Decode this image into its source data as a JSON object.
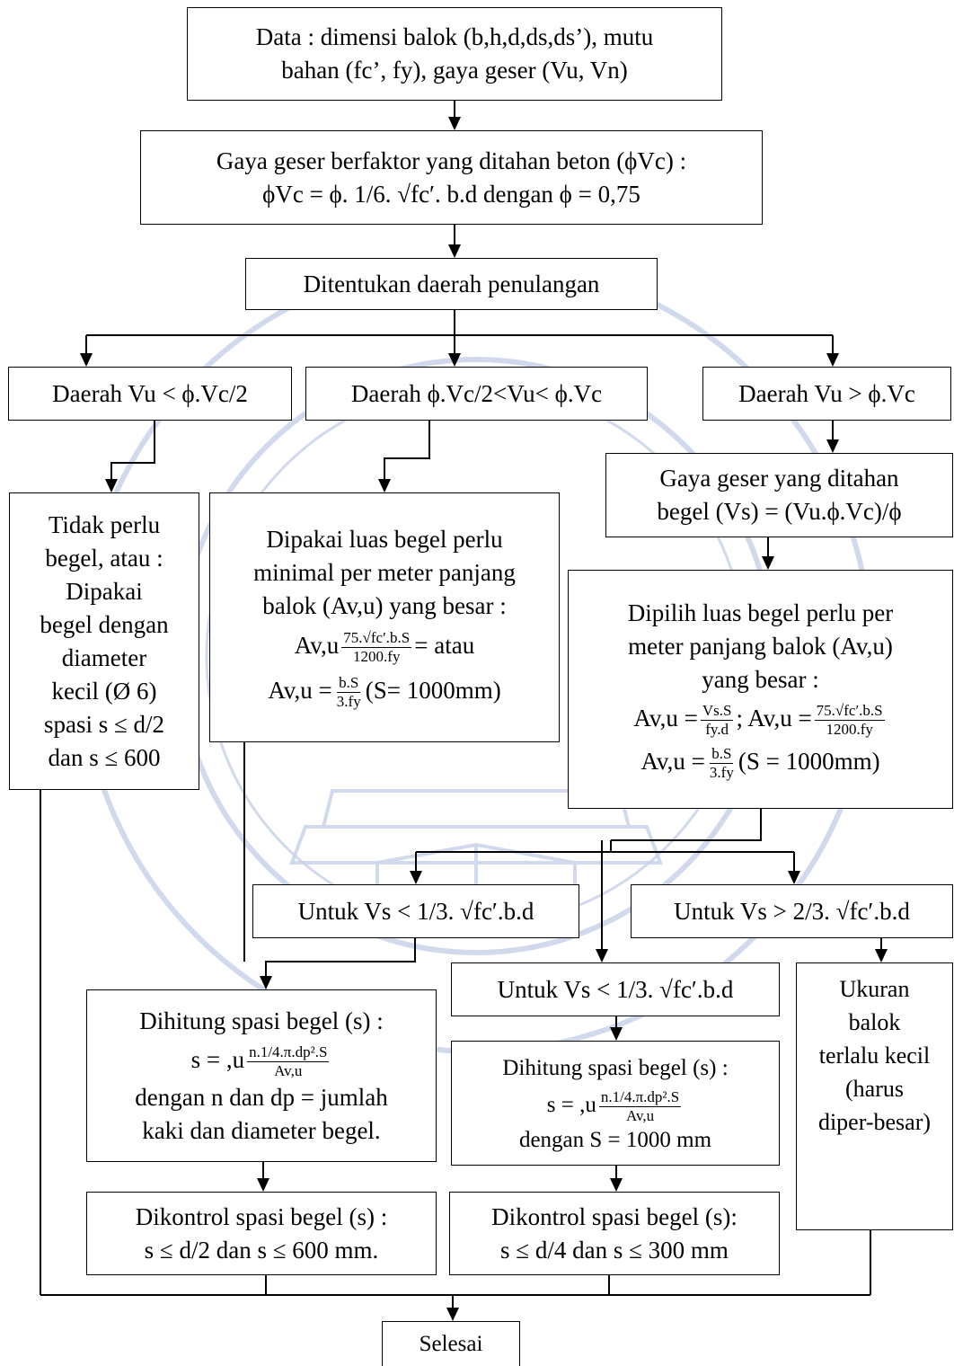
{
  "nodes": {
    "data": [
      "Data : dimensi balok (b,h,d,ds,ds’), mutu",
      "bahan (fc’, fy), gaya geser (Vu, Vn)"
    ],
    "gaya_geser": [
      "Gaya geser berfaktor yang ditahan beton (ϕVc) :",
      "ϕVc = ϕ. 1/6. √fc′. b.d dengan ϕ = 0,75"
    ],
    "ditentukan": "Ditentukan daerah penulangan",
    "daerah1": "Daerah Vu < ϕ.Vc/2",
    "daerah2": "Daerah ϕ.Vc/2<Vu< ϕ.Vc",
    "daerah3": "Daerah Vu > ϕ.Vc",
    "tidak_perlu": [
      "Tidak perlu",
      "begel, atau :",
      "Dipakai",
      "begel dengan",
      "diameter",
      "kecil (Ø 6)",
      "spasi s ≤ d/2",
      "dan s ≤ 600"
    ],
    "dipakai_luas": {
      "lines": [
        "Dipakai luas begel perlu",
        "minimal per meter panjang",
        "balok (Av,u) yang besar :"
      ],
      "f1_prefix": "Av,u",
      "f1_num": "75.√fc′.b.S",
      "f1_den": "1200.fy",
      "f1_suffix": "= atau",
      "f2_prefix": "Av,u =",
      "f2_num": "b.S",
      "f2_den": "3.fy",
      "f2_suffix": "(S= 1000mm)"
    },
    "gaya_begel": [
      "Gaya geser yang ditahan",
      "begel (Vs) = (Vu.ϕ.Vc)/ϕ"
    ],
    "dipilih_luas": {
      "lines": [
        "Dipilih luas begel perlu per",
        "meter panjang balok (Av,u)",
        "yang besar :"
      ],
      "f1_prefix": "Av,u =",
      "f1_num": "Vs.S",
      "f1_den": "fy.d",
      "f1_mid": "; Av,u =",
      "f1b_num": "75.√fc′.b.S",
      "f1b_den": "1200.fy",
      "f2_prefix": "Av,u =",
      "f2_num": "b.S",
      "f2_den": "3.fy",
      "f2_suffix": "(S = 1000mm)"
    },
    "untuk_vs1": "Untuk Vs < 1/3. √fc′.b.d",
    "untuk_vs2": "Untuk Vs > 2/3. √fc′.b.d",
    "untuk_vs3": "Untuk Vs < 1/3. √fc′.b.d",
    "ukuran": [
      "Ukuran",
      "balok",
      "terlalu kecil",
      "(harus",
      "diper-besar)"
    ],
    "dihitung1": {
      "title": "Dihitung spasi begel (s) :",
      "prefix": "s = ,u",
      "num": "n.1/4.π.dp².S",
      "den": "Av,u",
      "lines": [
        "dengan n dan dp = jumlah",
        "kaki dan diameter begel."
      ]
    },
    "dihitung2": {
      "title": "Dihitung spasi begel (s) :",
      "prefix": "s = ,u",
      "num": "n.1/4.π.dp².S",
      "den": "Av,u",
      "lines": [
        "dengan S = 1000 mm"
      ]
    },
    "dikontrol1": [
      "Dikontrol spasi begel (s) :",
      "s ≤ d/2 dan s ≤ 600 mm."
    ],
    "dikontrol2": [
      "Dikontrol spasi begel (s):",
      "s ≤ d/4 dan s ≤ 300 mm"
    ],
    "selesai": "Selesai"
  }
}
